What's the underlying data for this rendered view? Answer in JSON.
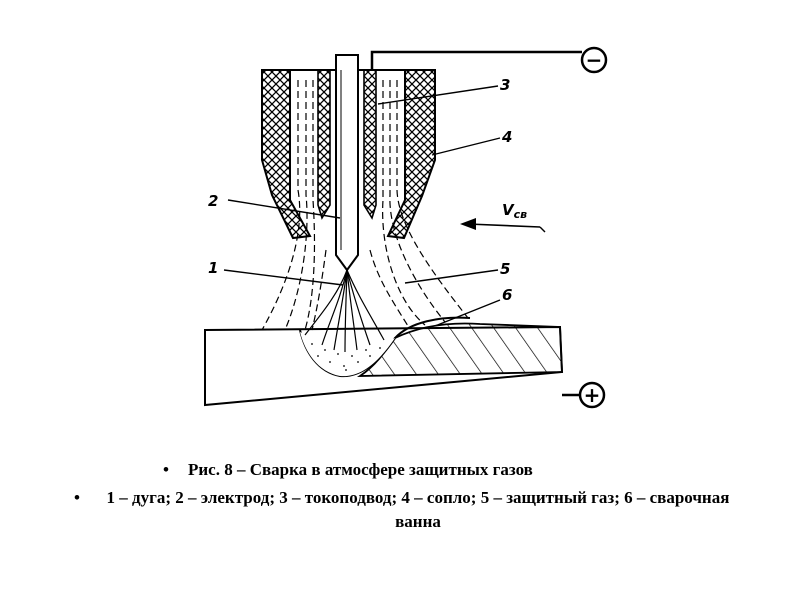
{
  "labels": {
    "arc": "1",
    "electrode": "2",
    "current_lead": "3",
    "nozzle": "4",
    "shield_gas": "5",
    "weld_pool": "6",
    "speed_v": "V",
    "speed_sub": "св",
    "minus": "−",
    "plus": "+"
  },
  "caption": {
    "bullet": "•",
    "title": "Рис. 8 – Сварка в атмосфере защитных газов",
    "legend": "1 – дуга; 2 – электрод; 3 – токоподвод; 4 – сопло; 5 – защитный газ; 6 – сварочная ванна"
  }
}
